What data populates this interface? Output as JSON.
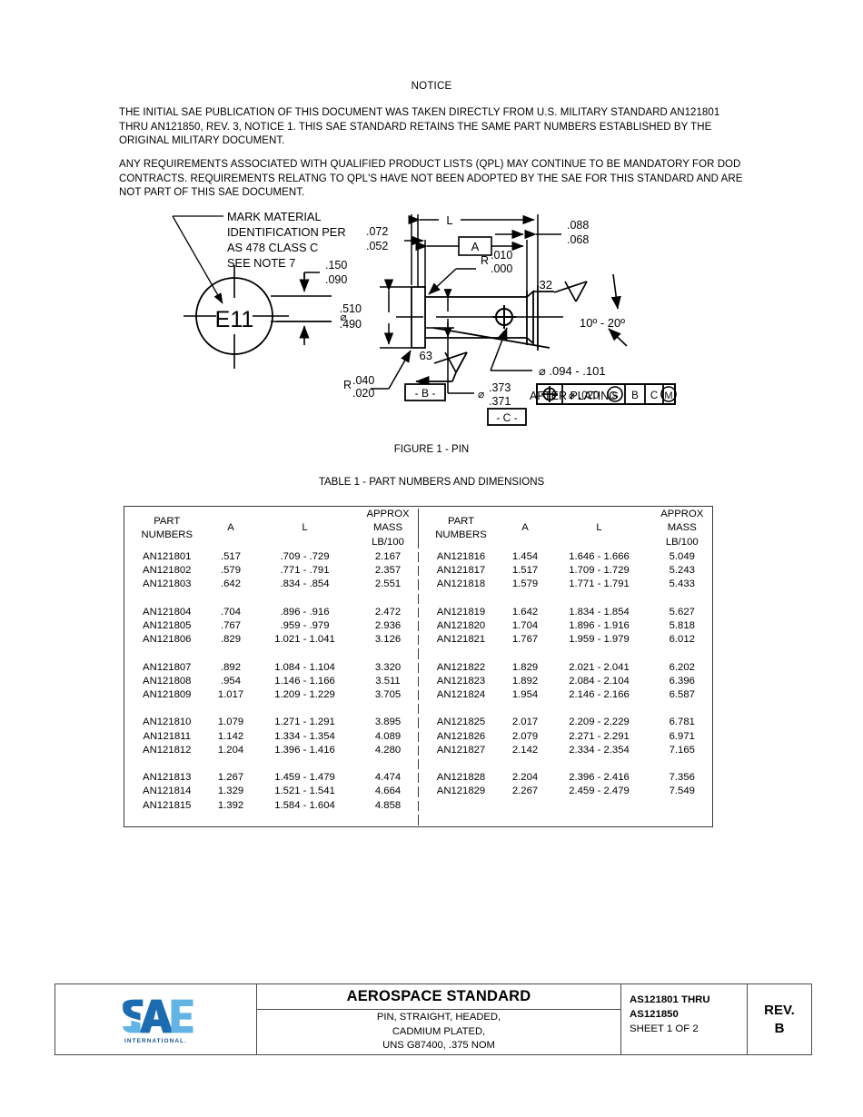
{
  "notice": {
    "title": "NOTICE",
    "paragraph1": "THE INITIAL SAE PUBLICATION OF THIS DOCUMENT WAS TAKEN DIRECTLY FROM U.S. MILITARY STANDARD AN121801 THRU AN121850, REV. 3, NOTICE 1. THIS SAE STANDARD RETAINS THE SAME PART NUMBERS ESTABLISHED BY THE ORIGINAL MILITARY DOCUMENT.",
    "paragraph2": "ANY REQUIREMENTS ASSOCIATED WITH QUALIFIED PRODUCT LISTS (QPL) MAY CONTINUE TO BE MANDATORY FOR DOD CONTRACTS.  REQUIREMENTS RELATNG TO QPL'S HAVE NOT BEEN ADOPTED BY THE SAE FOR THIS STANDARD AND ARE NOT PART OF THIS SAE DOCUMENT."
  },
  "figure": {
    "caption": "FIGURE 1 - PIN",
    "head_mark": "E11",
    "mark_note_line1": "MARK MATERIAL",
    "mark_note_line2": "IDENTIFICATION PER",
    "mark_note_line3": "AS 478 CLASS C",
    "mark_note_line4": "SEE NOTE 7",
    "dim_head_thick_max": ".150",
    "dim_head_thick_min": ".090",
    "dim_fillet_max": ".072",
    "dim_fillet_min": ".052",
    "dim_head_dia_max": ".510",
    "dim_head_dia_min": ".490",
    "dim_head_r_max": ".040",
    "dim_head_r_min": ".020",
    "dim_length_label": "L",
    "dim_a_label": "A",
    "dim_point_max": ".088",
    "dim_point_min": ".068",
    "dim_radius_max": ".010",
    "dim_radius_min": ".000",
    "dim_radius_prefix": "R",
    "dim_hole_dia": "⌀ .094 - .101",
    "dim_shank_dia_max": ".373",
    "dim_shank_dia_min": ".371",
    "note_after_plating": "AFTER PLATING",
    "surf_finish_32": "32",
    "surf_finish_63": "63",
    "chamfer_angle": "10º - 20º",
    "datum_b": "- B -",
    "datum_c": "- C -",
    "fcf_tolerance": ".020",
    "fcf_modifier_s": "S",
    "fcf_datum_b": "B",
    "fcf_datum_c": "C",
    "fcf_modifier_m": "M",
    "diameter_symbol": "⌀"
  },
  "table": {
    "caption": "TABLE 1 - PART NUMBERS AND DIMENSIONS",
    "headers": {
      "part_numbers_line1": "PART",
      "part_numbers_line2": "NUMBERS",
      "a": "A",
      "l": "L",
      "mass_line1": "APPROX",
      "mass_line2": "MASS",
      "mass_line3": "LB/100"
    },
    "left_groups": [
      [
        {
          "pn": "AN121801",
          "a": ".517",
          "l": ".709 -   .729",
          "mass": "2.167"
        },
        {
          "pn": "AN121802",
          "a": ".579",
          "l": ".771 -   .791",
          "mass": "2.357"
        },
        {
          "pn": "AN121803",
          "a": ".642",
          "l": ".834 -   .854",
          "mass": "2.551"
        }
      ],
      [
        {
          "pn": "AN121804",
          "a": ".704",
          "l": ".896 -   .916",
          "mass": "2.472"
        },
        {
          "pn": "AN121805",
          "a": ".767",
          "l": ".959 -   .979",
          "mass": "2.936"
        },
        {
          "pn": "AN121806",
          "a": ".829",
          "l": "1.021 - 1.041",
          "mass": "3.126"
        }
      ],
      [
        {
          "pn": "AN121807",
          "a": ".892",
          "l": "1.084 - 1.104",
          "mass": "3.320"
        },
        {
          "pn": "AN121808",
          "a": ".954",
          "l": "1.146 - 1.166",
          "mass": "3.511"
        },
        {
          "pn": "AN121809",
          "a": "1.017",
          "l": "1.209 - 1.229",
          "mass": "3.705"
        }
      ],
      [
        {
          "pn": "AN121810",
          "a": "1.079",
          "l": "1.271 - 1.291",
          "mass": "3.895"
        },
        {
          "pn": "AN121811",
          "a": "1.142",
          "l": "1.334 - 1.354",
          "mass": "4.089"
        },
        {
          "pn": "AN121812",
          "a": "1.204",
          "l": "1.396 - 1.416",
          "mass": "4.280"
        }
      ],
      [
        {
          "pn": "AN121813",
          "a": "1.267",
          "l": "1.459 - 1.479",
          "mass": "4.474"
        },
        {
          "pn": "AN121814",
          "a": "1.329",
          "l": "1.521 - 1.541",
          "mass": "4.664"
        },
        {
          "pn": "AN121815",
          "a": "1.392",
          "l": "1.584 - 1.604",
          "mass": "4.858"
        }
      ]
    ],
    "right_groups": [
      [
        {
          "pn": "AN121816",
          "a": "1.454",
          "l": "1.646 - 1.666",
          "mass": "5.049"
        },
        {
          "pn": "AN121817",
          "a": "1.517",
          "l": "1.709 - 1.729",
          "mass": "5.243"
        },
        {
          "pn": "AN121818",
          "a": "1.579",
          "l": "1.771 - 1.791",
          "mass": "5.433"
        }
      ],
      [
        {
          "pn": "AN121819",
          "a": "1.642",
          "l": "1.834 - 1.854",
          "mass": "5.627"
        },
        {
          "pn": "AN121820",
          "a": "1.704",
          "l": "1.896 - 1.916",
          "mass": "5.818"
        },
        {
          "pn": "AN121821",
          "a": "1.767",
          "l": "1.959 - 1.979",
          "mass": "6.012"
        }
      ],
      [
        {
          "pn": "AN121822",
          "a": "1.829",
          "l": "2.021 - 2.041",
          "mass": "6.202"
        },
        {
          "pn": "AN121823",
          "a": "1.892",
          "l": "2.084 - 2.104",
          "mass": "6.396"
        },
        {
          "pn": "AN121824",
          "a": "1.954",
          "l": "2.146 - 2.166",
          "mass": "6.587"
        }
      ],
      [
        {
          "pn": "AN121825",
          "a": "2.017",
          "l": "2.209 - 2.229",
          "mass": "6.781"
        },
        {
          "pn": "AN121826",
          "a": "2.079",
          "l": "2.271 - 2.291",
          "mass": "6.971"
        },
        {
          "pn": "AN121827",
          "a": "2.142",
          "l": "2.334 - 2.354",
          "mass": "7.165"
        }
      ],
      [
        {
          "pn": "AN121828",
          "a": "2.204",
          "l": "2.396 - 2.416",
          "mass": "7.356"
        },
        {
          "pn": "AN121829",
          "a": "2.267",
          "l": "2.459 - 2.479",
          "mass": "7.549"
        },
        {
          "pn": "",
          "a": "",
          "l": "",
          "mass": ""
        }
      ]
    ]
  },
  "footer": {
    "logo_text": "SAE",
    "logo_subtext": "INTERNATIONAL.",
    "standard_type": "AEROSPACE STANDARD",
    "title_line1": "PIN, STRAIGHT, HEADED,",
    "title_line2": "CADMIUM PLATED,",
    "title_line3": "UNS G87400, .375 NOM",
    "number_line1": "AS121801 THRU",
    "number_line2": "AS121850",
    "sheet": "SHEET 1 OF 2",
    "rev_label": "REV.",
    "rev_value": "B"
  },
  "colors": {
    "logo_dark_blue": "#1b6cb0",
    "logo_light_blue": "#62b4e4",
    "logo_text_navy": "#12538f",
    "rule": "#3a3a3a",
    "ink": "#000000"
  }
}
